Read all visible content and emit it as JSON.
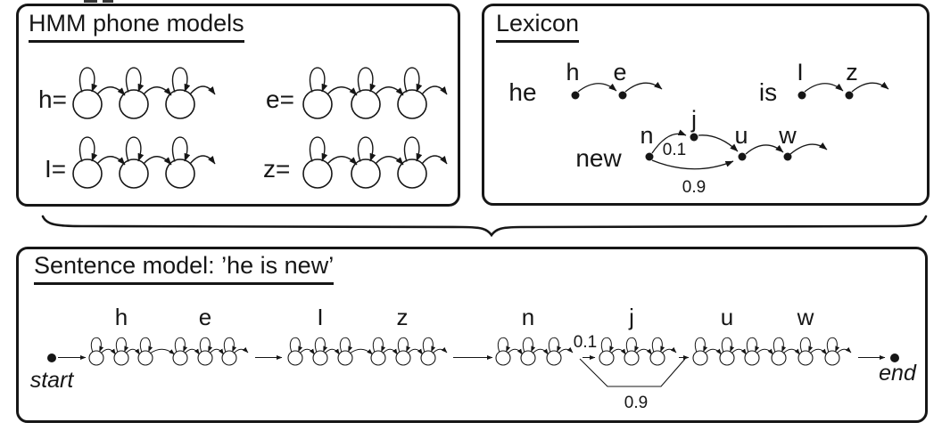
{
  "colors": {
    "ink": "#161616",
    "background": "#ffffff"
  },
  "hmm_box": {
    "title": "HMM phone models",
    "models": [
      {
        "phone": "h",
        "label": "h="
      },
      {
        "phone": "e",
        "label": "e="
      },
      {
        "phone": "I",
        "label": "I="
      },
      {
        "phone": "z",
        "label": "z="
      }
    ]
  },
  "lexicon_box": {
    "title": "Lexicon",
    "entries": [
      {
        "word": "he",
        "phones": [
          "h",
          "e"
        ]
      },
      {
        "word": "is",
        "phones": [
          "I",
          "z"
        ]
      },
      {
        "word": "new",
        "phones": [
          "n",
          "j",
          "u",
          "w"
        ],
        "upper_prob": "0.1",
        "lower_prob": "0.9"
      }
    ]
  },
  "sentence_box": {
    "title": "Sentence model: ’he is new’",
    "start_label": "start",
    "end_label": "end",
    "phone_groups": [
      "h",
      "e",
      "I",
      "z",
      "n",
      "j",
      "u",
      "w"
    ],
    "upper_prob": "0.1",
    "skip_prob": "0.9"
  }
}
